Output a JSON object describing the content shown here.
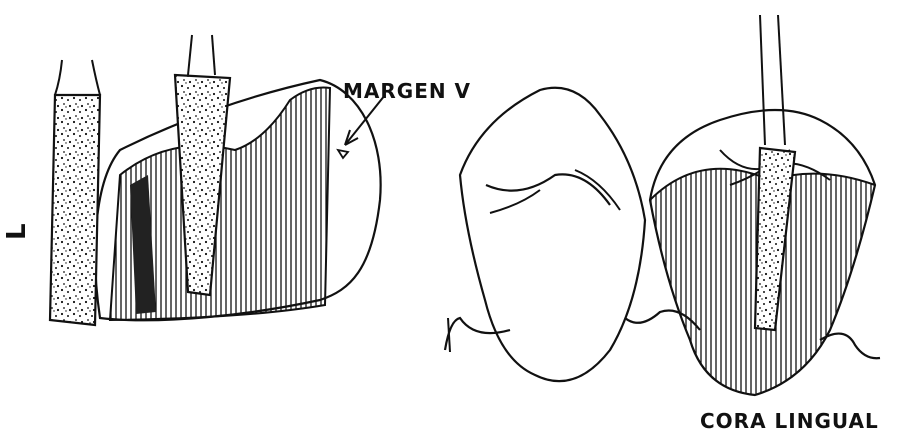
{
  "labels": {
    "margin": "MARGEN V",
    "side": "L",
    "caption": "CORA LINGUAL"
  },
  "colors": {
    "ink": "#111111",
    "paper": "#ffffff"
  },
  "icons": {
    "callout_arrow": "arrow-icon"
  }
}
